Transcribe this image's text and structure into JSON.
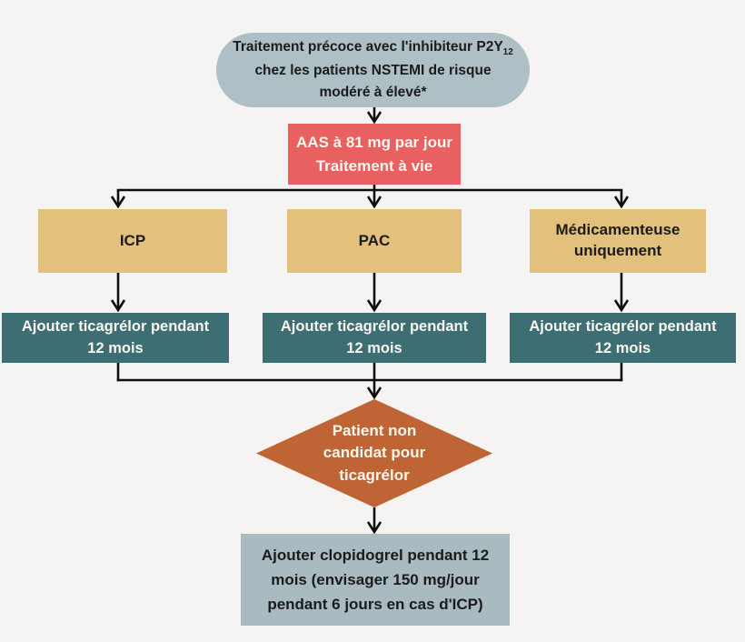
{
  "palette": {
    "background": "#f5f4f3",
    "line": "#0f0f0f",
    "capsule_fill": "#aec0c6",
    "red_fill": "#e86060",
    "tan_fill": "#e3c07c",
    "teal_fill": "#3d6e74",
    "rust_fill": "#bf6434",
    "gray_fill": "#a9bac1",
    "dark_text": "#1b1b1b",
    "light_text": "#faf6f0"
  },
  "nodes": {
    "start": {
      "line1_text": "Traitement précoce avec l'inhibiteur P2Y",
      "line1_subscript": "12",
      "line2": "chez les patients NSTEMI de risque",
      "line3": "modéré à élevé*"
    },
    "aspirin": {
      "label": "AAS à 81 mg par jour\nTraitement à vie"
    },
    "icp": {
      "label": "ICP"
    },
    "pac": {
      "label": "PAC"
    },
    "medical": {
      "label": "Médicamenteuse\nuniquement"
    },
    "ticagrelor_icp": {
      "label": "Ajouter ticagrélor pendant\n12 mois"
    },
    "ticagrelor_pac": {
      "label": "Ajouter ticagrélor pendant\n12 mois"
    },
    "ticagrelor_medical": {
      "label": "Ajouter ticagrélor pendant\n12 mois"
    },
    "decision": {
      "label": "Patient non\ncandidat pour\nticagrélor"
    },
    "clopidogrel": {
      "label": "Ajouter clopidogrel pendant 12\nmois (envisager 150 mg/jour\npendant 6 jours en cas d'ICP)"
    }
  },
  "edges": [
    {
      "from": "start",
      "to": "aspirin"
    },
    {
      "from": "aspirin",
      "to": "icp"
    },
    {
      "from": "aspirin",
      "to": "pac"
    },
    {
      "from": "aspirin",
      "to": "medical"
    },
    {
      "from": "icp",
      "to": "ticagrelor_icp"
    },
    {
      "from": "pac",
      "to": "ticagrelor_pac"
    },
    {
      "from": "medical",
      "to": "ticagrelor_medical"
    },
    {
      "from": "ticagrelor_icp",
      "to": "decision"
    },
    {
      "from": "ticagrelor_pac",
      "to": "decision"
    },
    {
      "from": "ticagrelor_medical",
      "to": "decision"
    },
    {
      "from": "decision",
      "to": "clopidogrel"
    }
  ]
}
